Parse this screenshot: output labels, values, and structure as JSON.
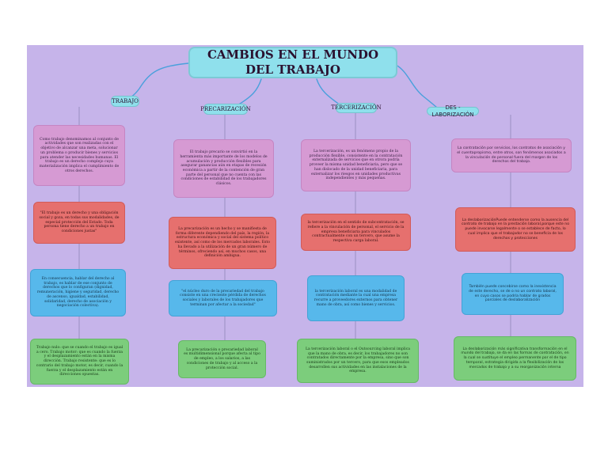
{
  "colors": {
    "background": "#c6b4ea",
    "title": "#8fe0ec",
    "pink": "#d69ad3",
    "red": "#e6706e",
    "blue": "#57b8eb",
    "green": "#7ccd7c",
    "connector": "#4aa0dc"
  },
  "title": "CAMBIOS EN EL MUNDO DEL TRABAJO",
  "columns": [
    {
      "heading": "TRABAJO",
      "pink": "Como trabajo denominamos al conjunto de actividades que son realizadas con el objetivo de alcanzar una meta, solucionar un problema o producir bienes y servicios para atender las necesidades humanas. El trabajo es un derecho complejo cuya materialización implica el cumplimiento de otros derechos.",
      "red": "\"El trabajo es un derecho y una obligación social y goza, en todas sus modalidades, de especial protección del Estado. Toda persona tiene derecho a un trabajo en condiciones justas\"",
      "blue": "En consecuencia, hablar del derecho al trabajo, es hablar de ese conjunto de derechos que lo configuran (dignidad, remuneración, higiene y seguridad, derecho de ascenso, igualdad, estabilidad, solidaridad, derecho de asociación y negociación colectiva).",
      "green": "Trabajo nulo: que se cuando el trabajo es igual a cero. Trabajo motor: que es cuando la fuerza y el desplazamiento están en la misma dirección. Trabajo resistente: que es lo contrario del trabajo motor, es decir, cuando la fuerza y el desplazamiento están en direcciones opuestas."
    },
    {
      "heading": "PRECARIZACIÓN",
      "pink": "El trabajo precario se convirtió en la herramienta más importante de los modelos de acumulación y producción flexibles para asegurar ganancias aún en etapas de recesión económica a partir de la contención de gran parte del personal que no cuenta con las condiciones de estabilidad de los trabajadores clásicos.",
      "red": "La precarización es un hecho y se manifiesta de forma diferente dependiendo del país, la región, la estructura económica y social del sistema político existente, así como de los mercados laborales. Esto ha llevado a la utilización de un gran número de términos, ofreciendo así, en muchos casos, una definición ambigua.",
      "blue": "\"el núcleo duro de la precariedad del trabajo consiste en una creciente pérdida de derechos sociales y laborales de los trabajadores que terminan por afectar a la sociedad\"",
      "green": "La precarización o precariedad laboral es multidimensional porque afecta al tipo de empleo, a los salarios, a las condiciones de trabajo y al acceso a la protección social."
    },
    {
      "heading": "TERCERIZACIÓN",
      "pink": "La tercerización, es un fenómeno propio de la producción flexible, consistente en la contratación externalizada de servicios que en otrora podría proveer la misma unidad beneficiaria, pero que se han dislocado de la unidad beneficiaria, para externalizar los riesgos en unidades productivas independientes y más pequeñas.",
      "red": "la tercerización en el sentido de subcontratación, se refiere a la vinculación de personal, el servicio de la empresa beneficiaria para vinculados contractualmente con un tercero, que asume la respectiva carga laboral.",
      "blue": "la tercerización laboral es una modalidad de contratación mediante la cual una empresa recurre a proveedores externos para obtener mano de obra, así como bienes y servicios.",
      "green": "La tercerización laboral o el Outsourcing laboral implica que la mano de obra, es decir, los trabajadores no son contratados directamente por la empresa, sino que son suministrados por un tercero, para que esos empleados desarrollen sus actividades en las instalaciones de la empresa."
    },
    {
      "heading": "DES - LABORIZACIÓN",
      "pink": "La contratación por servicios, los contratos de asociación y el cuentapropismo, entre otros, son fenómenos asociados a la vinculación de personal fuera del margen de los derechos del trabajo.",
      "red": "La deslaborizaciónPuede entenderse como la ausencia del contrato de trabajo en la prestación laboral,porque este no puede invocarse legalmente o se establece de facto, lo cual implica que el trabajador no se beneficia de los derechos y protecciones",
      "blue": "También puede concebirse como la inexistencia de este derecho, se de o no un contrato laboral, en cuyo casos se podría hablar de grados parciales de deslaboralización",
      "green": "La deslaborización más significativa transformación en el mundo del trabajo, se da en las formas de contratación, en la cual se sustituye el empleo permanente por el de tipo temporal, estrategia dirigida a la flexibilización de los mercados de trabajo y a su reorganización interna"
    }
  ]
}
